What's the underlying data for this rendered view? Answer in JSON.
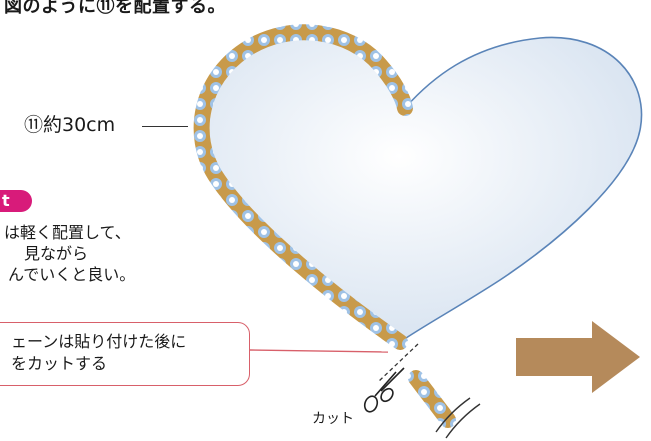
{
  "instruction": "図のように⑪を配置する。",
  "part_label": "⑪約30cm",
  "point_badge": "t",
  "tip_lines": [
    "は軽く配置して、",
    "見ながら",
    "んでいくと良い。"
  ],
  "note_lines": [
    "ェーンは貼り付けた後に",
    "をカットする"
  ],
  "cut_label": "カット",
  "colors": {
    "heart_fill": "#e6eef7",
    "heart_edge": "#5a84b8",
    "bead_gold": "#c89a4a",
    "bead_blue": "#9fc2e6",
    "badge": "#d81b7a",
    "note_border": "#d8606a",
    "arrow": "#b58a5b"
  },
  "icons": [
    "scissors-icon",
    "next-step-arrow-icon"
  ]
}
